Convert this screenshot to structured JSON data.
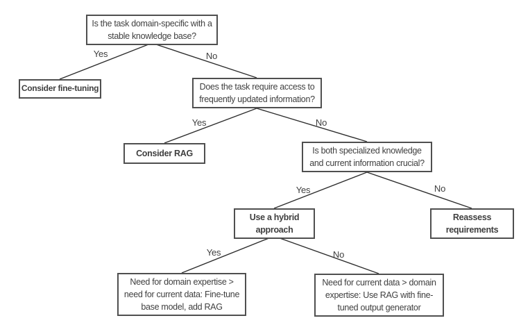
{
  "colors": {
    "background": "#ffffff",
    "box_border": "#4f4f4f",
    "text": "#3f3f3f",
    "connector": "#2e2e2e"
  },
  "flowchart": {
    "nodes": [
      {
        "id": "q-domain-specific",
        "type": "question",
        "text": "Is the task domain-specific with a stable knowledge base?"
      },
      {
        "id": "consider-fine-tuning",
        "type": "action",
        "text": "Consider fine-tuning"
      },
      {
        "id": "q-updated-info",
        "type": "question",
        "text": "Does the task require access to frequently updated information?"
      },
      {
        "id": "consider-rag",
        "type": "action",
        "text": "Consider RAG"
      },
      {
        "id": "q-both-crucial",
        "type": "question",
        "text": "Is both specialized knowledge and current information crucial?"
      },
      {
        "id": "hybrid-approach",
        "type": "action",
        "text": "Use a hybrid approach"
      },
      {
        "id": "reassess",
        "type": "action",
        "text": "Reassess requirements"
      },
      {
        "id": "leaf-finetune-rag",
        "type": "outcome",
        "text": "Need for domain expertise > need for current data: Fine-tune base model, add RAG"
      },
      {
        "id": "leaf-rag-finetune",
        "type": "outcome",
        "text": "Need for current data > domain expertise: Use RAG with fine-tuned output generator"
      }
    ],
    "edges": [
      {
        "from": "q-domain-specific",
        "to": "consider-fine-tuning",
        "label": "Yes"
      },
      {
        "from": "q-domain-specific",
        "to": "q-updated-info",
        "label": "No"
      },
      {
        "from": "q-updated-info",
        "to": "consider-rag",
        "label": "Yes"
      },
      {
        "from": "q-updated-info",
        "to": "q-both-crucial",
        "label": "No"
      },
      {
        "from": "q-both-crucial",
        "to": "hybrid-approach",
        "label": "Yes"
      },
      {
        "from": "q-both-crucial",
        "to": "reassess",
        "label": "No"
      },
      {
        "from": "hybrid-approach",
        "to": "leaf-finetune-rag",
        "label": "Yes"
      },
      {
        "from": "hybrid-approach",
        "to": "leaf-rag-finetune",
        "label": "No"
      }
    ]
  }
}
